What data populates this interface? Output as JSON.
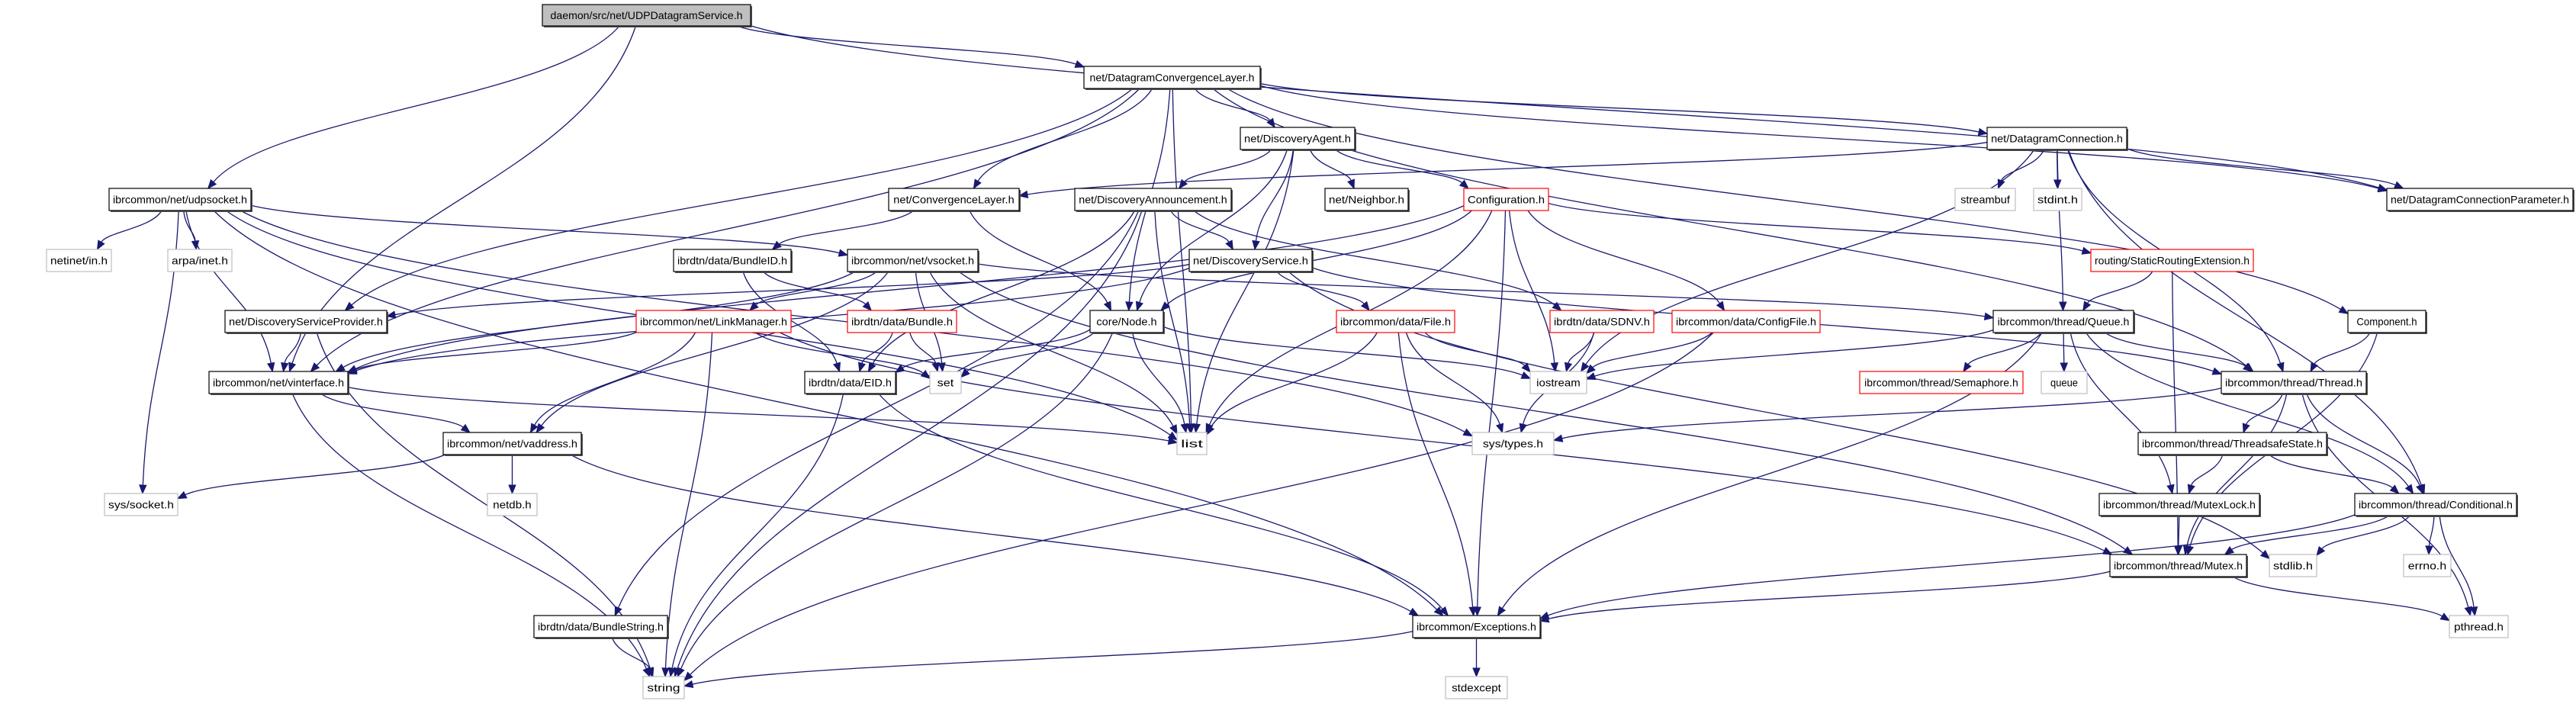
{
  "graph": {
    "type": "include-dependency-graph",
    "root": "UDPDatagramService",
    "colors": {
      "edge": "#191970",
      "root_fill": "#bfbfbf",
      "documented_border": "#000000",
      "truncated_border": "#ff0000",
      "system_border": "#bfbfbf"
    },
    "nodes": [
      {
        "id": "UDPDatagramService",
        "label": "daemon/src/net/UDPDatagramService.h",
        "kind": "root"
      },
      {
        "id": "DatagramConvergenceLayer",
        "label": "net/DatagramConvergenceLayer.h",
        "kind": "documented"
      },
      {
        "id": "udpsocket",
        "label": "ibrcommon/net/udpsocket.h",
        "kind": "documented"
      },
      {
        "id": "DiscoveryAgent",
        "label": "net/DiscoveryAgent.h",
        "kind": "documented"
      },
      {
        "id": "DatagramConnection",
        "label": "net/DatagramConnection.h",
        "kind": "documented"
      },
      {
        "id": "ConvergenceLayer",
        "label": "net/ConvergenceLayer.h",
        "kind": "documented"
      },
      {
        "id": "DiscoveryAnnouncement",
        "label": "net/DiscoveryAnnouncement.h",
        "kind": "documented"
      },
      {
        "id": "Neighbor",
        "label": "net/Neighbor.h",
        "kind": "documented"
      },
      {
        "id": "Configuration",
        "label": "Configuration.h",
        "kind": "truncated"
      },
      {
        "id": "streambuf",
        "label": "streambuf",
        "kind": "system"
      },
      {
        "id": "stdint",
        "label": "stdint.h",
        "kind": "system"
      },
      {
        "id": "DatagramConnectionParameter",
        "label": "net/DatagramConnectionParameter.h",
        "kind": "documented"
      },
      {
        "id": "netinet_in",
        "label": "netinet/in.h",
        "kind": "system"
      },
      {
        "id": "arpa_inet",
        "label": "arpa/inet.h",
        "kind": "system"
      },
      {
        "id": "BundleID",
        "label": "ibrdtn/data/BundleID.h",
        "kind": "documented"
      },
      {
        "id": "vsocket",
        "label": "ibrcommon/net/vsocket.h",
        "kind": "documented"
      },
      {
        "id": "DiscoveryService",
        "label": "net/DiscoveryService.h",
        "kind": "documented"
      },
      {
        "id": "StaticRoutingExtension",
        "label": "routing/StaticRoutingExtension.h",
        "kind": "truncated"
      },
      {
        "id": "DiscoveryServiceProvider",
        "label": "net/DiscoveryServiceProvider.h",
        "kind": "documented"
      },
      {
        "id": "LinkManager",
        "label": "ibrcommon/net/LinkManager.h",
        "kind": "truncated"
      },
      {
        "id": "Bundle",
        "label": "ibrdtn/data/Bundle.h",
        "kind": "truncated"
      },
      {
        "id": "Node",
        "label": "core/Node.h",
        "kind": "documented"
      },
      {
        "id": "File",
        "label": "ibrcommon/data/File.h",
        "kind": "truncated"
      },
      {
        "id": "SDNV",
        "label": "ibrdtn/data/SDNV.h",
        "kind": "truncated"
      },
      {
        "id": "ConfigFile",
        "label": "ibrcommon/data/ConfigFile.h",
        "kind": "truncated"
      },
      {
        "id": "Queue",
        "label": "ibrcommon/thread/Queue.h",
        "kind": "documented"
      },
      {
        "id": "Component",
        "label": "Component.h",
        "kind": "documented"
      },
      {
        "id": "vinterface",
        "label": "ibrcommon/net/vinterface.h",
        "kind": "documented"
      },
      {
        "id": "EID",
        "label": "ibrdtn/data/EID.h",
        "kind": "documented"
      },
      {
        "id": "set",
        "label": "set",
        "kind": "system"
      },
      {
        "id": "iostream",
        "label": "iostream",
        "kind": "system"
      },
      {
        "id": "Semaphore",
        "label": "ibrcommon/thread/Semaphore.h",
        "kind": "truncated"
      },
      {
        "id": "queue",
        "label": "queue",
        "kind": "system"
      },
      {
        "id": "Thread",
        "label": "ibrcommon/thread/Thread.h",
        "kind": "documented"
      },
      {
        "id": "list",
        "label": "list",
        "kind": "system"
      },
      {
        "id": "sys_types",
        "label": "sys/types.h",
        "kind": "system"
      },
      {
        "id": "vaddress",
        "label": "ibrcommon/net/vaddress.h",
        "kind": "documented"
      },
      {
        "id": "ThreadsafeState",
        "label": "ibrcommon/thread/ThreadsafeState.h",
        "kind": "documented"
      },
      {
        "id": "sys_socket",
        "label": "sys/socket.h",
        "kind": "system"
      },
      {
        "id": "netdb",
        "label": "netdb.h",
        "kind": "system"
      },
      {
        "id": "MutexLock",
        "label": "ibrcommon/thread/MutexLock.h",
        "kind": "documented"
      },
      {
        "id": "Conditional",
        "label": "ibrcommon/thread/Conditional.h",
        "kind": "documented"
      },
      {
        "id": "Mutex",
        "label": "ibrcommon/thread/Mutex.h",
        "kind": "documented"
      },
      {
        "id": "stdlib",
        "label": "stdlib.h",
        "kind": "system"
      },
      {
        "id": "errno",
        "label": "errno.h",
        "kind": "system"
      },
      {
        "id": "BundleString",
        "label": "ibrdtn/data/BundleString.h",
        "kind": "documented"
      },
      {
        "id": "Exceptions",
        "label": "ibrcommon/Exceptions.h",
        "kind": "documented"
      },
      {
        "id": "pthread",
        "label": "pthread.h",
        "kind": "system"
      },
      {
        "id": "string",
        "label": "string",
        "kind": "system"
      },
      {
        "id": "stdexcept",
        "label": "stdexcept",
        "kind": "system"
      }
    ],
    "edges": [
      [
        "UDPDatagramService",
        "DatagramConvergenceLayer"
      ],
      [
        "UDPDatagramService",
        "udpsocket"
      ],
      [
        "UDPDatagramService",
        "vinterface"
      ],
      [
        "UDPDatagramService",
        "DatagramConnectionParameter"
      ],
      [
        "DatagramConvergenceLayer",
        "ConvergenceLayer"
      ],
      [
        "DatagramConvergenceLayer",
        "DiscoveryAgent"
      ],
      [
        "DatagramConvergenceLayer",
        "DatagramConnection"
      ],
      [
        "DatagramConvergenceLayer",
        "DatagramConnectionParameter"
      ],
      [
        "DatagramConvergenceLayer",
        "Component"
      ],
      [
        "DatagramConvergenceLayer",
        "DiscoveryServiceProvider"
      ],
      [
        "DatagramConvergenceLayer",
        "vinterface"
      ],
      [
        "DatagramConvergenceLayer",
        "Node"
      ],
      [
        "DatagramConvergenceLayer",
        "list"
      ],
      [
        "DatagramConvergenceLayer",
        "Thread"
      ],
      [
        "udpsocket",
        "netinet_in"
      ],
      [
        "udpsocket",
        "arpa_inet"
      ],
      [
        "udpsocket",
        "sys_socket"
      ],
      [
        "udpsocket",
        "vinterface"
      ],
      [
        "udpsocket",
        "vsocket"
      ],
      [
        "udpsocket",
        "Exceptions"
      ],
      [
        "udpsocket",
        "list"
      ],
      [
        "udpsocket",
        "sys_types"
      ],
      [
        "DiscoveryAgent",
        "DiscoveryAnnouncement"
      ],
      [
        "DiscoveryAgent",
        "Neighbor"
      ],
      [
        "DiscoveryAgent",
        "Configuration"
      ],
      [
        "DiscoveryAgent",
        "DiscoveryService"
      ],
      [
        "DiscoveryAgent",
        "Node"
      ],
      [
        "DiscoveryAgent",
        "list"
      ],
      [
        "DatagramConnection",
        "ConvergenceLayer"
      ],
      [
        "DatagramConnection",
        "streambuf"
      ],
      [
        "DatagramConnection",
        "stdint"
      ],
      [
        "DatagramConnection",
        "Queue"
      ],
      [
        "DatagramConnection",
        "DatagramConnectionParameter"
      ],
      [
        "DatagramConnection",
        "Thread"
      ],
      [
        "DatagramConnection",
        "Conditional"
      ],
      [
        "DatagramConnection",
        "iostream"
      ],
      [
        "ConvergenceLayer",
        "BundleID"
      ],
      [
        "ConvergenceLayer",
        "Node"
      ],
      [
        "DiscoveryAnnouncement",
        "DiscoveryService"
      ],
      [
        "DiscoveryAnnouncement",
        "EID"
      ],
      [
        "DiscoveryAnnouncement",
        "SDNV"
      ],
      [
        "DiscoveryAnnouncement",
        "list"
      ],
      [
        "DiscoveryAnnouncement",
        "string"
      ],
      [
        "DiscoveryAnnouncement",
        "BundleString"
      ],
      [
        "Configuration",
        "Node"
      ],
      [
        "Configuration",
        "ConfigFile"
      ],
      [
        "Configuration",
        "StaticRoutingExtension"
      ],
      [
        "Configuration",
        "vinterface"
      ],
      [
        "Configuration",
        "list"
      ],
      [
        "Configuration",
        "Exceptions"
      ],
      [
        "Configuration",
        "iostream"
      ],
      [
        "BundleID",
        "Bundle"
      ],
      [
        "BundleID",
        "EID"
      ],
      [
        "vsocket",
        "LinkManager"
      ],
      [
        "vsocket",
        "vinterface"
      ],
      [
        "vsocket",
        "vaddress"
      ],
      [
        "vsocket",
        "Queue"
      ],
      [
        "vsocket",
        "set"
      ],
      [
        "vsocket",
        "list"
      ],
      [
        "vsocket",
        "Mutex"
      ],
      [
        "DiscoveryService",
        "DiscoveryServiceProvider"
      ],
      [
        "DiscoveryService",
        "vinterface"
      ],
      [
        "DiscoveryService",
        "File"
      ],
      [
        "DiscoveryService",
        "Thread"
      ],
      [
        "DiscoveryService",
        "stdlib"
      ],
      [
        "StaticRoutingExtension",
        "Queue"
      ],
      [
        "StaticRoutingExtension",
        "Mutex"
      ],
      [
        "DiscoveryServiceProvider",
        "vinterface"
      ],
      [
        "DiscoveryServiceProvider",
        "string"
      ],
      [
        "LinkManager",
        "vinterface"
      ],
      [
        "LinkManager",
        "vaddress"
      ],
      [
        "LinkManager",
        "set"
      ],
      [
        "LinkManager",
        "string"
      ],
      [
        "LinkManager",
        "Mutex"
      ],
      [
        "Bundle",
        "EID"
      ],
      [
        "Bundle",
        "set"
      ],
      [
        "Node",
        "EID"
      ],
      [
        "Node",
        "set"
      ],
      [
        "Node",
        "list"
      ],
      [
        "Node",
        "string"
      ],
      [
        "Node",
        "iostream"
      ],
      [
        "File",
        "iostream"
      ],
      [
        "File",
        "list"
      ],
      [
        "File",
        "sys_types"
      ],
      [
        "File",
        "Exceptions"
      ],
      [
        "SDNV",
        "iostream"
      ],
      [
        "SDNV",
        "sys_types"
      ],
      [
        "ConfigFile",
        "iostream"
      ],
      [
        "ConfigFile",
        "string"
      ],
      [
        "Queue",
        "Semaphore"
      ],
      [
        "Queue",
        "queue"
      ],
      [
        "Queue",
        "Thread"
      ],
      [
        "Queue",
        "MutexLock"
      ],
      [
        "Queue",
        "Conditional"
      ],
      [
        "Queue",
        "Exceptions"
      ],
      [
        "Queue",
        "iostream"
      ],
      [
        "Component",
        "Thread"
      ],
      [
        "Component",
        "Mutex"
      ],
      [
        "vinterface",
        "vaddress"
      ],
      [
        "vinterface",
        "list"
      ],
      [
        "vinterface",
        "string"
      ],
      [
        "EID",
        "string"
      ],
      [
        "EID",
        "Exceptions"
      ],
      [
        "Thread",
        "ThreadsafeState"
      ],
      [
        "Thread",
        "Conditional"
      ],
      [
        "Thread",
        "Mutex"
      ],
      [
        "Thread",
        "sys_types"
      ],
      [
        "Thread",
        "pthread"
      ],
      [
        "ThreadsafeState",
        "MutexLock"
      ],
      [
        "ThreadsafeState",
        "Conditional"
      ],
      [
        "vaddress",
        "sys_socket"
      ],
      [
        "vaddress",
        "netdb"
      ],
      [
        "vaddress",
        "Exceptions"
      ],
      [
        "MutexLock",
        "Mutex"
      ],
      [
        "Conditional",
        "Mutex"
      ],
      [
        "Conditional",
        "Exceptions"
      ],
      [
        "Conditional",
        "stdlib"
      ],
      [
        "Conditional",
        "errno"
      ],
      [
        "Conditional",
        "pthread"
      ],
      [
        "Mutex",
        "Exceptions"
      ],
      [
        "Mutex",
        "pthread"
      ],
      [
        "BundleString",
        "string"
      ],
      [
        "Exceptions",
        "string"
      ],
      [
        "Exceptions",
        "stdexcept"
      ]
    ]
  }
}
